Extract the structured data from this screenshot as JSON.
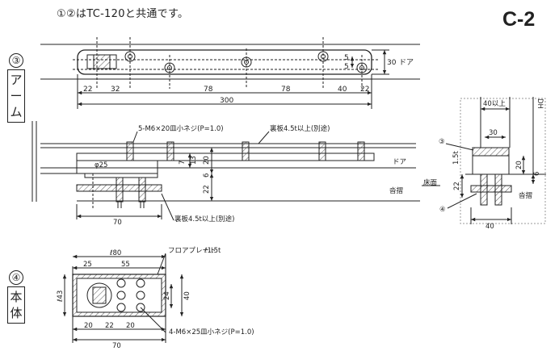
{
  "header": {
    "note": "①②はTC-120と共通です。",
    "code": "C-2"
  },
  "sections": {
    "arm": {
      "num": "③",
      "chars": [
        "ア",
        "ー",
        "ム"
      ]
    },
    "body": {
      "num": "④",
      "chars": [
        "本",
        "体"
      ]
    }
  },
  "arm_view": {
    "dims": [
      "22",
      "32",
      "78",
      "78",
      "40",
      "22",
      "300"
    ],
    "vdims": [
      "30",
      "5",
      "5"
    ],
    "door": "ドア"
  },
  "side_view": {
    "screw": "5-M6×20皿小ネジ(P=1.0)",
    "backplate_top": "裏板4.5t以上(別途)",
    "backplate_bottom": "裏板4.5t以上(別途)",
    "phi": "φ25",
    "vdims": [
      "7",
      "13",
      "20",
      "6",
      "22"
    ],
    "width": "70",
    "door": "ドア",
    "floor": "沓摺"
  },
  "section_view": {
    "top_w": "40以上",
    "inner_w": "30",
    "bottom_w": "40",
    "dh": "DH",
    "t": "1.5t",
    "vdims": [
      "20",
      "6",
      "22"
    ],
    "floor_face": "床面",
    "floor": "沓摺",
    "mark3": "③",
    "mark4": "④"
  },
  "body_view": {
    "plate_note": "フロアプレート",
    "plate_t": "ℓ1.5t",
    "screw": "4-M6×25皿小ネジ(P=1.0)",
    "top_dims": [
      "ℓ80",
      "25",
      "55"
    ],
    "bottom_dims": [
      "20",
      "22",
      "20",
      "70"
    ],
    "left_dim": "ℓ43",
    "right_dims": [
      "24",
      "40"
    ]
  }
}
